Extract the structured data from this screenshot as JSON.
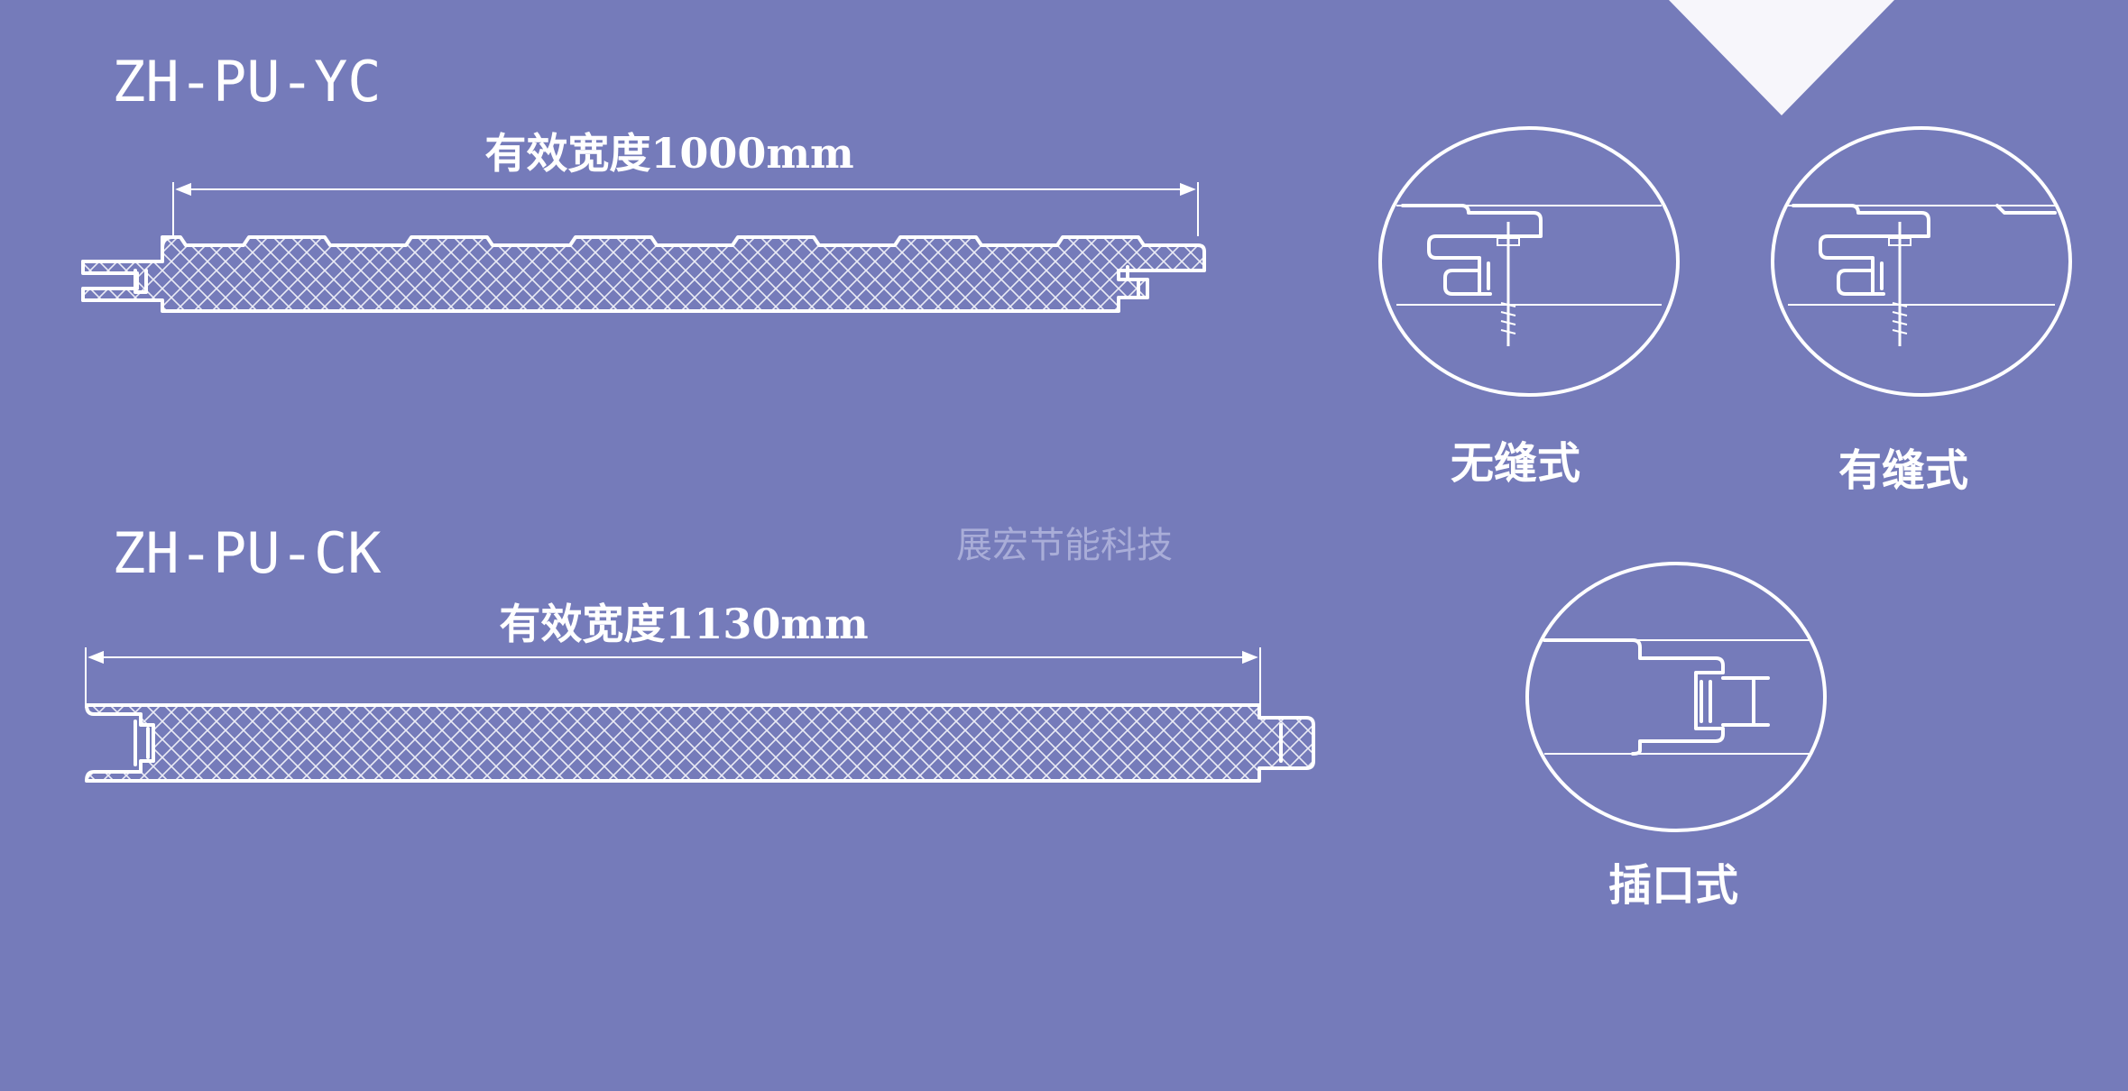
{
  "panels": [
    {
      "model": "ZH-PU-YC",
      "effective_width": "有效宽度1000mm"
    },
    {
      "model": "ZH-PU-CK",
      "effective_width": "有效宽度1130mm"
    }
  ],
  "joints": [
    {
      "label": "无缝式"
    },
    {
      "label": "有缝式"
    },
    {
      "label": "插口式"
    }
  ],
  "brand_watermark": "展宏节能科技",
  "colors": {
    "background": "#757bba",
    "line": "#ffffff",
    "corner_triangle": "#f7f6fb"
  }
}
